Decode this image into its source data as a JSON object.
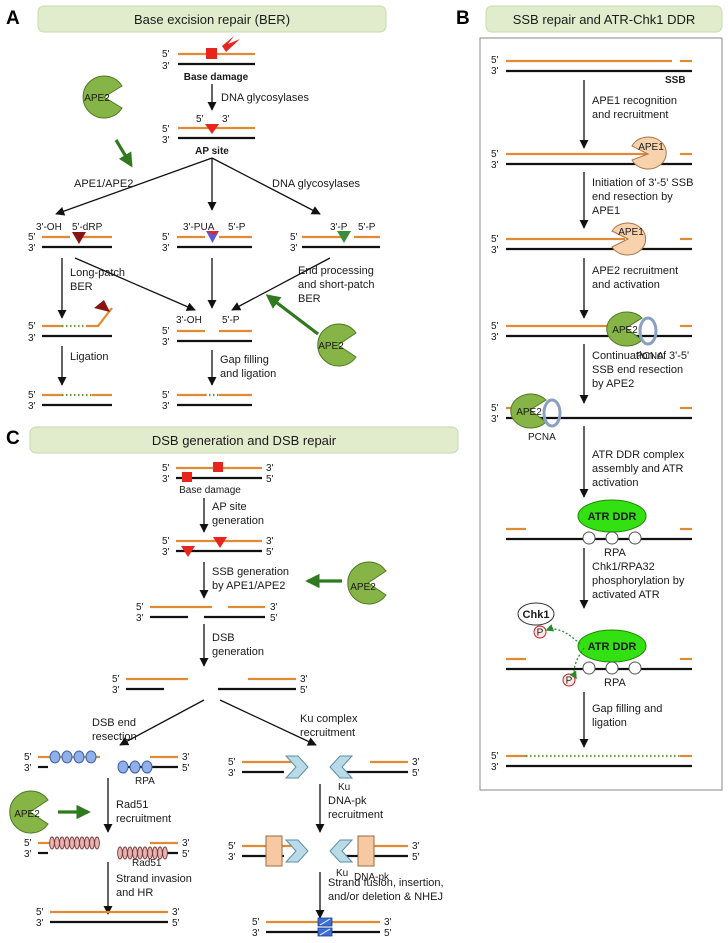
{
  "panels": {
    "A": {
      "letter": "A",
      "title": "Base excision repair (BER)",
      "base_damage": "Base damage",
      "dna_glycosylases_1": "DNA glycosylases",
      "ap_site": "AP site",
      "ape2": "APE2",
      "ape1_ape2": "APE1/APE2",
      "dna_glycosylases_2": "DNA glycosylases",
      "oh_3": "3'-OH",
      "drp_5": "5'-dRP",
      "pua_3": "3'-PUA",
      "p_5a": "5'-P",
      "p_3": "3'-P",
      "p_5b": "5'-P",
      "long_patch_1": "Long-patch",
      "long_patch_2": "BER",
      "end_proc_1": "End processing",
      "end_proc_2": "and short-patch",
      "end_proc_3": "BER",
      "ligation": "Ligation",
      "gap_1": "Gap filling",
      "gap_2": "and ligation",
      "oh_3b": "3'-OH",
      "p_5c": "5'-P"
    },
    "B": {
      "letter": "B",
      "title": "SSB repair and ATR-Chk1 DDR",
      "ssb": "SSB",
      "s1a": "APE1 recognition",
      "s1b": "and recruitment",
      "ape1": "APE1",
      "s2a": "Initiation of 3'-5' SSB",
      "s2b": "end resection by",
      "s2c": "APE1",
      "s3a": "APE2 recruitment",
      "s3b": "and activation",
      "ape2": "APE2",
      "pcna": "PCNA",
      "s4a": "Continuation of 3'-5'",
      "s4b": "SSB end resection",
      "s4c": "by APE2",
      "s5a": "ATR DDR complex",
      "s5b": "assembly and ATR",
      "s5c": "activation",
      "atr_ddr": "ATR DDR",
      "rpa": "RPA",
      "s6a": "Chk1/RPA32",
      "s6b": "phosphorylation by",
      "s6c": "activated ATR",
      "chk1": "Chk1",
      "p": "P",
      "s7a": "Gap filling and",
      "s7b": "ligation"
    },
    "C": {
      "letter": "C",
      "title": "DSB generation and DSB repair",
      "base_damage": "Base damage",
      "ap_a": "AP site",
      "ap_b": "generation",
      "ssb_a": "SSB generation",
      "ssb_b": "by APE1/APE2",
      "ape2": "APE2",
      "dsb_a": "DSB",
      "dsb_b": "generation",
      "res_a": "DSB end",
      "res_b": "resection",
      "ku_a": "Ku complex",
      "ku_b": "recruitment",
      "rpa": "RPA",
      "rad51_a": "Rad51",
      "rad51_b": "recruitment",
      "rad51": "Rad51",
      "hr_a": "Strand invasion",
      "hr_b": "and HR",
      "ku": "Ku",
      "dnapk_a": "DNA-pk",
      "dnapk_b": "recruitment",
      "ku2": "Ku",
      "dnapk": "DNA-pk",
      "nhej_a": "Strand fusion, insertion,",
      "nhej_b": "and/or deletion & NHEJ"
    }
  },
  "strand_labels": {
    "five": "5'",
    "three": "3'"
  },
  "colors": {
    "panel_header": "#e1eccd",
    "top_strand": "#e08a33",
    "bottom_strand": "#111111",
    "ape2": "#86b446",
    "ape1": "#f7d2ad",
    "atr_ddr": "#33e011",
    "damage": "#e8251c",
    "green_arrow": "#2f7a1e"
  }
}
